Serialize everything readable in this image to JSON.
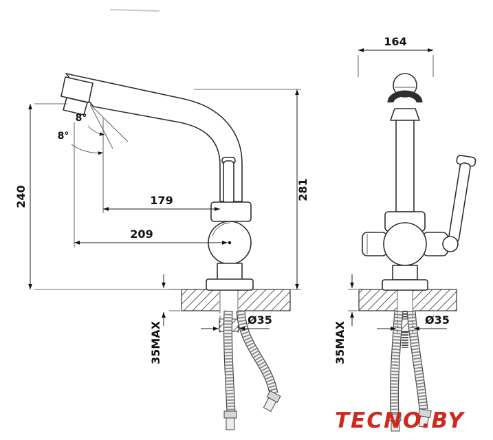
{
  "dimensions": {
    "side_view": {
      "spout_height": "240",
      "overall_height": "281",
      "spout_reach": "179",
      "outlet_reach": "209",
      "spout_angle_upper": "8°",
      "spout_angle_lower": "8°",
      "hole_diameter": "Ø35",
      "max_deck_thickness": "35MAX"
    },
    "front_view": {
      "body_depth": "164",
      "hole_diameter": "Ø35",
      "max_deck_thickness": "35MAX"
    }
  },
  "watermark": {
    "text": "TECNO.BY",
    "color": "#d0281e"
  }
}
